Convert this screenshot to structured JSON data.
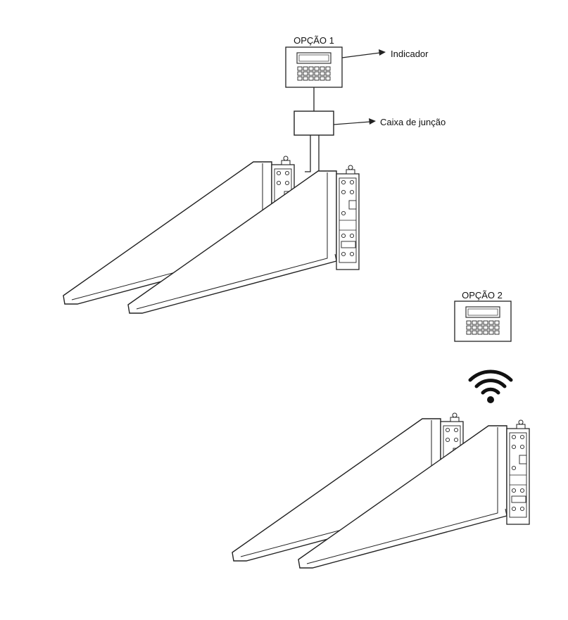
{
  "option1": {
    "title": "OPÇÃO 1",
    "indicator_label": "Indicador",
    "junction_label": "Caixa de junção"
  },
  "option2": {
    "title": "OPÇÃO 2",
    "wireless_icon": "wifi-icon"
  },
  "colors": {
    "line": "#222222",
    "fill": "#ffffff"
  }
}
